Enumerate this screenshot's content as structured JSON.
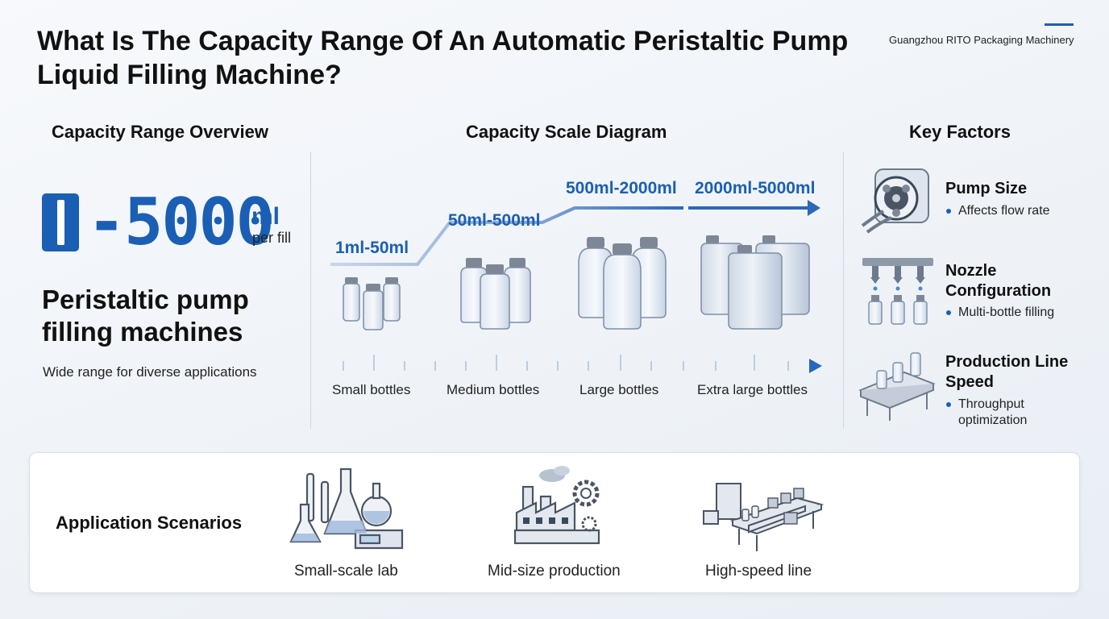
{
  "header": {
    "title": "What Is The Capacity Range Of An Automatic Peristaltic Pump Liquid Filling Machine?",
    "brand": "Guangzhou RITO Packaging Machinery"
  },
  "overview": {
    "heading": "Capacity Range Overview",
    "range_min": "1",
    "range_rest": "-5000",
    "unit": "ml",
    "per": "per fill",
    "lead": "Peristaltic pump filling machines",
    "sub": "Wide range for diverse applications"
  },
  "diagram": {
    "heading": "Capacity Scale Diagram",
    "ranges": [
      "1ml-50ml",
      "50ml-500ml",
      "500ml-2000ml",
      "2000ml-5000ml"
    ],
    "bottles": [
      "Small bottles",
      "Medium bottles",
      "Large bottles",
      "Extra large bottles"
    ]
  },
  "factors": {
    "heading": "Key Factors",
    "items": [
      {
        "title": "Pump Size",
        "bullet": "Affects flow rate",
        "icon": "peristaltic-pump-icon"
      },
      {
        "title": "Nozzle Configuration",
        "bullet": "Multi-bottle filling",
        "icon": "nozzles-icon"
      },
      {
        "title": "Production Line Speed",
        "bullet": "Throughput optimization",
        "icon": "conveyor-icon"
      }
    ]
  },
  "applications": {
    "heading": "Application Scenarios",
    "items": [
      {
        "label": "Small-scale lab",
        "icon": "lab-flasks-icon"
      },
      {
        "label": "Mid-size production",
        "icon": "factory-icon"
      },
      {
        "label": "High-speed line",
        "icon": "production-line-icon"
      }
    ]
  },
  "colors": {
    "accent": "#1a5fb4",
    "text": "#111111"
  }
}
